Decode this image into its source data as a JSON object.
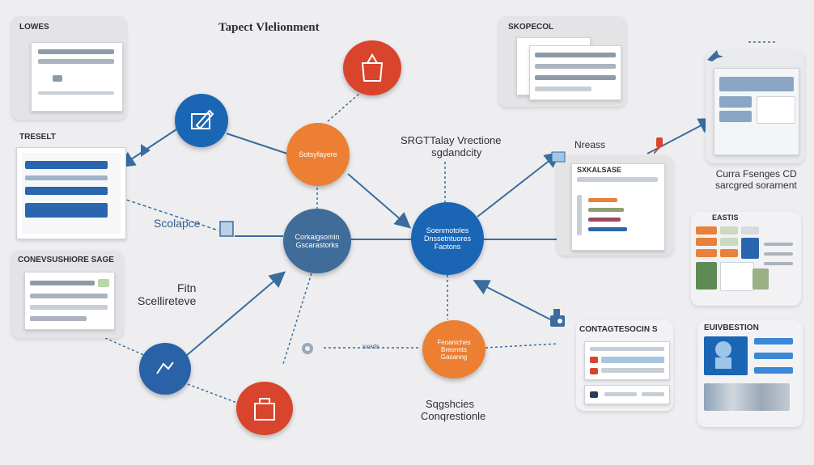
{
  "title": "Tapect Vlelionment",
  "center_note": {
    "line1": "SRGTTalay Vrectione",
    "line2": "sgdandcity"
  },
  "left_note": "Scolapce",
  "left_note2": {
    "line1": "Fitn",
    "line2": "Scellireteve"
  },
  "bottom_note": {
    "line1": "Sqgshcies",
    "line2": "Conqrestionle"
  },
  "right_note1": "Nreass",
  "right_note2": {
    "line1": "Curra Fsenges CD",
    "line2": "sarcgred sorarnent"
  },
  "cards": {
    "top_left": "LOWES",
    "left_mid": "TRESELT",
    "left_bottom": "CONEVSUSHIORE SAGE",
    "top_center_right": "SKOPECOL",
    "right_mid_doc": "SXKALSASE",
    "right_b": "EASTIS",
    "right_c": "CONTAGTESOCIN S",
    "right_d": "EUIVBESTION"
  },
  "nodes": {
    "orange_top": "Sotsyfayere",
    "dark_center": {
      "line1": "Corkaigsomin",
      "line2": "Gscarastorks"
    },
    "blue_center": {
      "line1": "Soenmotoles",
      "line2": "Dnssetntuores",
      "line3": "Faotons"
    },
    "orange_bottom": {
      "line1": "Feoaniches",
      "line2": "Breonnts",
      "line3": "Gasanng"
    },
    "dotted_label": "sxeds"
  },
  "colors": {
    "blue": "#1a66b5",
    "dark_blue": "#3f6c98",
    "orange": "#ec7f32",
    "red": "#d8442c",
    "line": "#3a6c9d"
  }
}
